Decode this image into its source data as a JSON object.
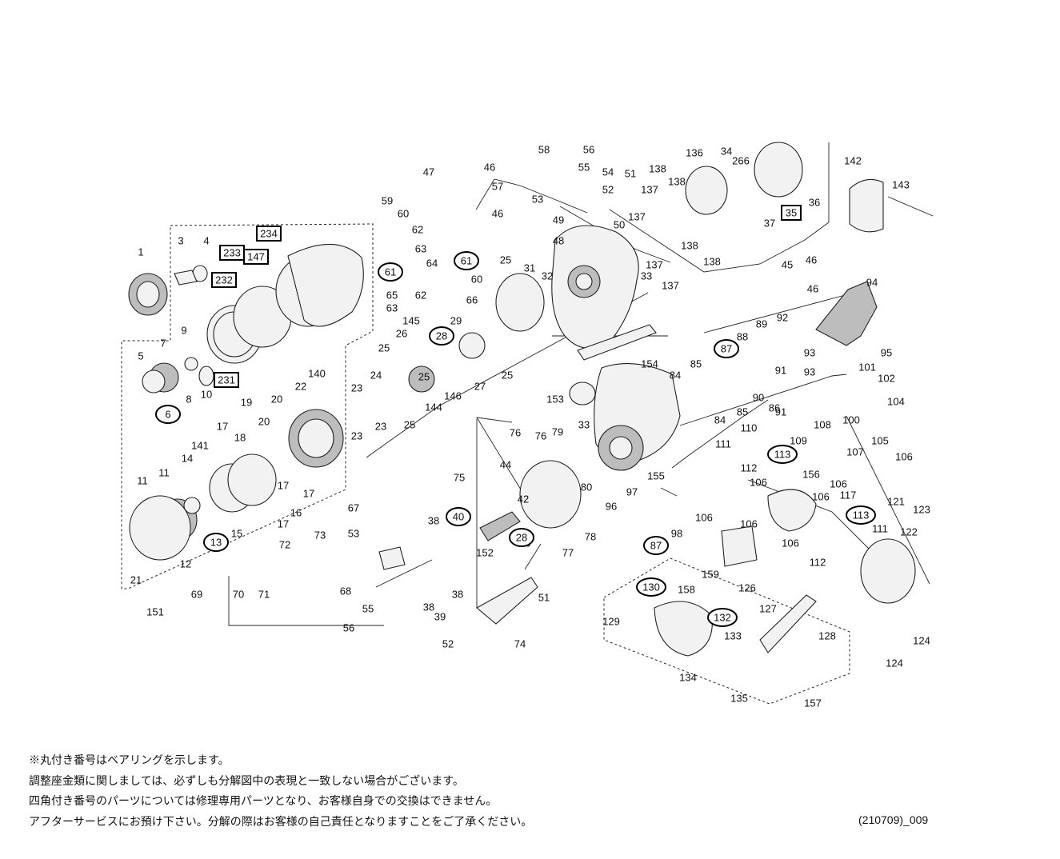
{
  "diagram": {
    "parts": [
      {
        "label": "1"
      },
      {
        "label": "3"
      },
      {
        "label": "4"
      },
      {
        "label": "5"
      },
      {
        "label": "7"
      },
      {
        "label": "9"
      },
      {
        "label": "8"
      },
      {
        "label": "10"
      },
      {
        "label": "11"
      },
      {
        "label": "11"
      },
      {
        "label": "12"
      },
      {
        "label": "14"
      },
      {
        "label": "15"
      },
      {
        "label": "16"
      },
      {
        "label": "17"
      },
      {
        "label": "17"
      },
      {
        "label": "17"
      },
      {
        "label": "17"
      },
      {
        "label": "18"
      },
      {
        "label": "19"
      },
      {
        "label": "20"
      },
      {
        "label": "20"
      },
      {
        "label": "21"
      },
      {
        "label": "22"
      },
      {
        "label": "23"
      },
      {
        "label": "23"
      },
      {
        "label": "23"
      },
      {
        "label": "24"
      },
      {
        "label": "25"
      },
      {
        "label": "25"
      },
      {
        "label": "25"
      },
      {
        "label": "25"
      },
      {
        "label": "25"
      },
      {
        "label": "26"
      },
      {
        "label": "27"
      },
      {
        "label": "29"
      },
      {
        "label": "31"
      },
      {
        "label": "32"
      },
      {
        "label": "33"
      },
      {
        "label": "33"
      },
      {
        "label": "34"
      },
      {
        "label": "36"
      },
      {
        "label": "37"
      },
      {
        "label": "38"
      },
      {
        "label": "38"
      },
      {
        "label": "38"
      },
      {
        "label": "39"
      },
      {
        "label": "42"
      },
      {
        "label": "44"
      },
      {
        "label": "45"
      },
      {
        "label": "46"
      },
      {
        "label": "46"
      },
      {
        "label": "46"
      },
      {
        "label": "46"
      },
      {
        "label": "47"
      },
      {
        "label": "48"
      },
      {
        "label": "49"
      },
      {
        "label": "50"
      },
      {
        "label": "51"
      },
      {
        "label": "51"
      },
      {
        "label": "52"
      },
      {
        "label": "52"
      },
      {
        "label": "53"
      },
      {
        "label": "53"
      },
      {
        "label": "54"
      },
      {
        "label": "55"
      },
      {
        "label": "55"
      },
      {
        "label": "56"
      },
      {
        "label": "56"
      },
      {
        "label": "57"
      },
      {
        "label": "58"
      },
      {
        "label": "59"
      },
      {
        "label": "60"
      },
      {
        "label": "60"
      },
      {
        "label": "62"
      },
      {
        "label": "62"
      },
      {
        "label": "63"
      },
      {
        "label": "63"
      },
      {
        "label": "64"
      },
      {
        "label": "65"
      },
      {
        "label": "66"
      },
      {
        "label": "67"
      },
      {
        "label": "68"
      },
      {
        "label": "69"
      },
      {
        "label": "70"
      },
      {
        "label": "71"
      },
      {
        "label": "72"
      },
      {
        "label": "73"
      },
      {
        "label": "74"
      },
      {
        "label": "75"
      },
      {
        "label": "76"
      },
      {
        "label": "76"
      },
      {
        "label": "76"
      },
      {
        "label": "77"
      },
      {
        "label": "78"
      },
      {
        "label": "79"
      },
      {
        "label": "80"
      },
      {
        "label": "84"
      },
      {
        "label": "84"
      },
      {
        "label": "85"
      },
      {
        "label": "85"
      },
      {
        "label": "86"
      },
      {
        "label": "88"
      },
      {
        "label": "89"
      },
      {
        "label": "90"
      },
      {
        "label": "91"
      },
      {
        "label": "91"
      },
      {
        "label": "92"
      },
      {
        "label": "93"
      },
      {
        "label": "93"
      },
      {
        "label": "94"
      },
      {
        "label": "95"
      },
      {
        "label": "96"
      },
      {
        "label": "97"
      },
      {
        "label": "98"
      },
      {
        "label": "100"
      },
      {
        "label": "101"
      },
      {
        "label": "102"
      },
      {
        "label": "104"
      },
      {
        "label": "105"
      },
      {
        "label": "106"
      },
      {
        "label": "106"
      },
      {
        "label": "106"
      },
      {
        "label": "106"
      },
      {
        "label": "106"
      },
      {
        "label": "106"
      },
      {
        "label": "106"
      },
      {
        "label": "107"
      },
      {
        "label": "108"
      },
      {
        "label": "109"
      },
      {
        "label": "110"
      },
      {
        "label": "111"
      },
      {
        "label": "111"
      },
      {
        "label": "112"
      },
      {
        "label": "112"
      },
      {
        "label": "117"
      },
      {
        "label": "121"
      },
      {
        "label": "122"
      },
      {
        "label": "123"
      },
      {
        "label": "124"
      },
      {
        "label": "124"
      },
      {
        "label": "126"
      },
      {
        "label": "127"
      },
      {
        "label": "128"
      },
      {
        "label": "129"
      },
      {
        "label": "133"
      },
      {
        "label": "134"
      },
      {
        "label": "135"
      },
      {
        "label": "136"
      },
      {
        "label": "137"
      },
      {
        "label": "137"
      },
      {
        "label": "137"
      },
      {
        "label": "137"
      },
      {
        "label": "138"
      },
      {
        "label": "138"
      },
      {
        "label": "138"
      },
      {
        "label": "138"
      },
      {
        "label": "140"
      },
      {
        "label": "141"
      },
      {
        "label": "142"
      },
      {
        "label": "143"
      },
      {
        "label": "144"
      },
      {
        "label": "145"
      },
      {
        "label": "146"
      },
      {
        "label": "151"
      },
      {
        "label": "152"
      },
      {
        "label": "153"
      },
      {
        "label": "154"
      },
      {
        "label": "155"
      },
      {
        "label": "156"
      },
      {
        "label": "157"
      },
      {
        "label": "158"
      },
      {
        "label": "159"
      },
      {
        "label": "266"
      }
    ],
    "bearings": [
      {
        "label": "6"
      },
      {
        "label": "13"
      },
      {
        "label": "28"
      },
      {
        "label": "28"
      },
      {
        "label": "40"
      },
      {
        "label": "61"
      },
      {
        "label": "61"
      },
      {
        "label": "87"
      },
      {
        "label": "87"
      },
      {
        "label": "113"
      },
      {
        "label": "113"
      },
      {
        "label": "130"
      },
      {
        "label": "132"
      }
    ],
    "repair_parts": [
      {
        "label": "35"
      },
      {
        "label": "147"
      },
      {
        "label": "231"
      },
      {
        "label": "232"
      },
      {
        "label": "233"
      },
      {
        "label": "234"
      }
    ]
  },
  "notes": [
    "※丸付き番号はベアリングを示します。",
    "調整座金類に関しましては、必ずしも分解図中の表現と一致しない場合がございます。",
    "四角付き番号のパーツについては修理専用パーツとなり、お客様自身での交換はできません。",
    "アフターサービスにお預け下さい。分解の際はお客様の自己責任となりますことをご了承ください。"
  ],
  "doc_code": "(210709)_009"
}
